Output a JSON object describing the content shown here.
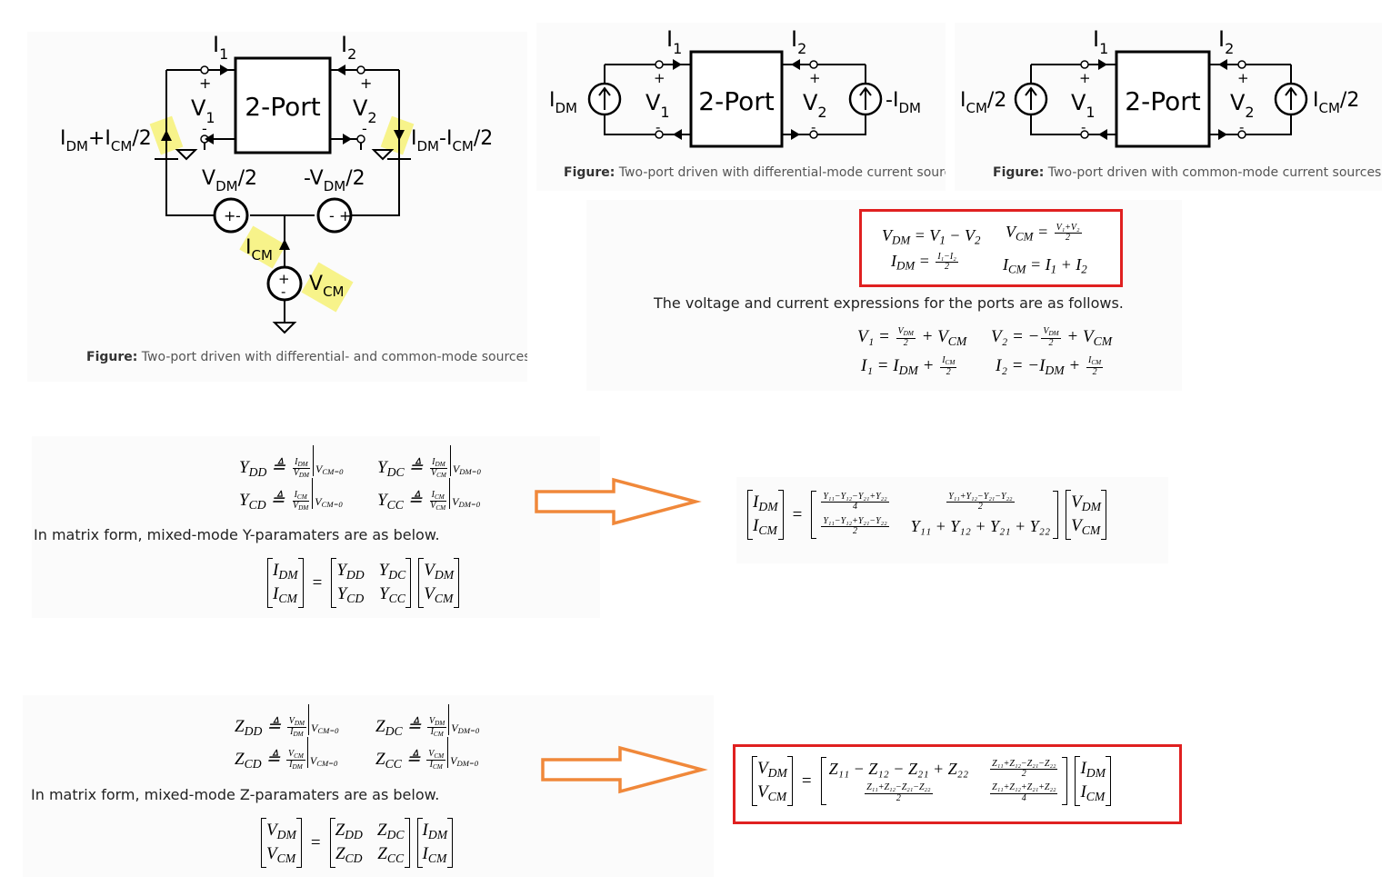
{
  "figures": {
    "mixed": {
      "caption_bold": "Figure:",
      "caption_text": " Two-port driven with differential- and common-mode sources",
      "block": "2-Port",
      "i1": "I",
      "i1_sub": "1",
      "i2": "I",
      "i2_sub": "2",
      "v1": "V",
      "v1_sub": "1",
      "v2": "V",
      "v2_sub": "2",
      "src_left": "I",
      "src_left_sub1": "DM",
      "src_left_mid": "+I",
      "src_left_sub2": "CM",
      "src_left_tail": "/2",
      "src_right": "I",
      "src_right_sub1": "DM",
      "src_right_mid": "-I",
      "src_right_sub2": "CM",
      "src_right_tail": "/2",
      "vdm_left": "V",
      "vdm_left_sub": "DM",
      "vdm_left_tail": "/2",
      "vdm_right": "-V",
      "vdm_right_sub": "DM",
      "vdm_right_tail": "/2",
      "icm": "I",
      "icm_sub": "CM",
      "vcm": "V",
      "vcm_sub": "CM",
      "plus": "+",
      "minus": "-",
      "highlight_color": "#f7f38a"
    },
    "dm": {
      "caption_bold": "Figure:",
      "caption_text": " Two-port driven with differential-mode current sources",
      "block": "2-Port",
      "i1": "I",
      "i1_sub": "1",
      "i2": "I",
      "i2_sub": "2",
      "v1": "V",
      "v1_sub": "1",
      "v2": "V",
      "v2_sub": "2",
      "src_left": "I",
      "src_left_sub": "DM",
      "src_right": "-I",
      "src_right_sub": "DM",
      "plus": "+",
      "minus": "-"
    },
    "cm": {
      "caption_bold": "Figure:",
      "caption_text": " Two-port driven with common-mode current sources",
      "block": "2-Port",
      "i1": "I",
      "i1_sub": "1",
      "i2": "I",
      "i2_sub": "2",
      "v1": "V",
      "v1_sub": "1",
      "v2": "V",
      "v2_sub": "2",
      "src_left": "I",
      "src_left_sub": "CM",
      "src_left_tail": "/2",
      "src_right": "I",
      "src_right_sub": "CM",
      "src_right_tail": "/2",
      "plus": "+",
      "minus": "-"
    }
  },
  "defs": {
    "vdm": "V",
    "vdm_sub": "DM",
    "vdm_eq": " = V",
    "vdm_s1": "1",
    "vdm_minus": " − V",
    "vdm_s2": "2",
    "vcm": "V",
    "vcm_sub": "CM",
    "vcm_eq": " = ",
    "vcm_num": "V₁+V₂",
    "vcm_den": "2",
    "idm": "I",
    "idm_sub": "DM",
    "idm_eq": " = ",
    "idm_num": "I₁−I₂",
    "idm_den": "2",
    "icm": "I",
    "icm_sub": "CM",
    "icm_eq": " = I",
    "icm_s1": "1",
    "icm_plus": " + I",
    "icm_s2": "2"
  },
  "port_text": "The voltage and current expressions for the ports are as follows.",
  "port_eqs": {
    "v1": "V₁ = ",
    "v1_num": "V_DM",
    "v1_den": "2",
    "v1_tail": " + V_CM",
    "v2": "V₂ = −",
    "v2_num": "V_DM",
    "v2_den": "2",
    "v2_tail": " + V_CM",
    "i1": "I₁ = I_DM + ",
    "i1_num": "I_CM",
    "i1_den": "2",
    "i2": "I₂ = −I_DM + ",
    "i2_num": "I_CM",
    "i2_den": "2"
  },
  "y_section": {
    "ydd": "Y_DD ≜ ",
    "ydd_num": "I_DM",
    "ydd_den": "V_DM",
    "ydd_cond": "V_CM=0",
    "ydc": "Y_DC ≜ ",
    "ydc_num": "I_DM",
    "ydc_den": "V_CM",
    "ydc_cond": "V_DM=0",
    "ycd": "Y_CD ≜ ",
    "ycd_num": "I_CM",
    "ycd_den": "V_DM",
    "ycd_cond": "V_CM=0",
    "ycc": "Y_CC ≜ ",
    "ycc_num": "I_CM",
    "ycc_den": "V_CM",
    "ycc_cond": "V_DM=0",
    "text": "In matrix form, mixed-mode Y-paramaters are as below.",
    "lhs1": "I_DM",
    "lhs2": "I_CM",
    "m11": "Y_DD",
    "m12": "Y_DC",
    "m21": "Y_CD",
    "m22": "Y_CC",
    "rhs1": "V_DM",
    "rhs2": "V_CM",
    "eq": "="
  },
  "y_result": {
    "lhs1": "I_DM",
    "lhs2": "I_CM",
    "eq": "=",
    "a_num": "Y₁₁−Y₁₂−Y₂₁+Y₂₂",
    "a_den": "4",
    "b_num": "Y₁₁+Y₁₂−Y₂₁−Y₂₂",
    "b_den": "2",
    "c_num": "Y₁₁−Y₁₂+Y₂₁−Y₂₂",
    "c_den": "2",
    "d": "Y₁₁ + Y₁₂ + Y₂₁ + Y₂₂",
    "rhs1": "V_DM",
    "rhs2": "V_CM"
  },
  "z_section": {
    "zdd": "Z_DD ≜ ",
    "zdd_num": "V_DM",
    "zdd_den": "I_DM",
    "zdd_cond": "V_CM=0",
    "zdc": "Z_DC ≜ ",
    "zdc_num": "V_DM",
    "zdc_den": "I_CM",
    "zdc_cond": "V_DM=0",
    "zcd": "Z_CD ≜ ",
    "zcd_num": "V_CM",
    "zcd_den": "I_DM",
    "zcd_cond": "V_CM=0",
    "zcc": "Z_CC ≜ ",
    "zcc_num": "V_CM",
    "zcc_den": "I_CM",
    "zcc_cond": "V_DM=0",
    "text": "In matrix form, mixed-mode Z-paramaters are as below.",
    "lhs1": "V_DM",
    "lhs2": "V_CM",
    "m11": "Z_DD",
    "m12": "Z_DC",
    "m21": "Z_CD",
    "m22": "Z_CC",
    "rhs1": "I_DM",
    "rhs2": "I_CM",
    "eq": "="
  },
  "z_result": {
    "lhs1": "V_DM",
    "lhs2": "V_CM",
    "eq": "=",
    "a": "Z₁₁ − Z₁₂ − Z₂₁ + Z₂₂",
    "b_num": "Z₁₁+Z₁₂−Z₂₁−Z₂₂",
    "b_den": "2",
    "c_num": "Z₁₁+Z₁₂−Z₂₁−Z₂₂",
    "c_den": "2",
    "d_num": "Z₁₁+Z₁₂+Z₂₁+Z₂₂",
    "d_den": "4",
    "rhs1": "I_DM",
    "rhs2": "I_CM"
  },
  "colors": {
    "arrow": "#f0883a",
    "box": "#e02020"
  }
}
